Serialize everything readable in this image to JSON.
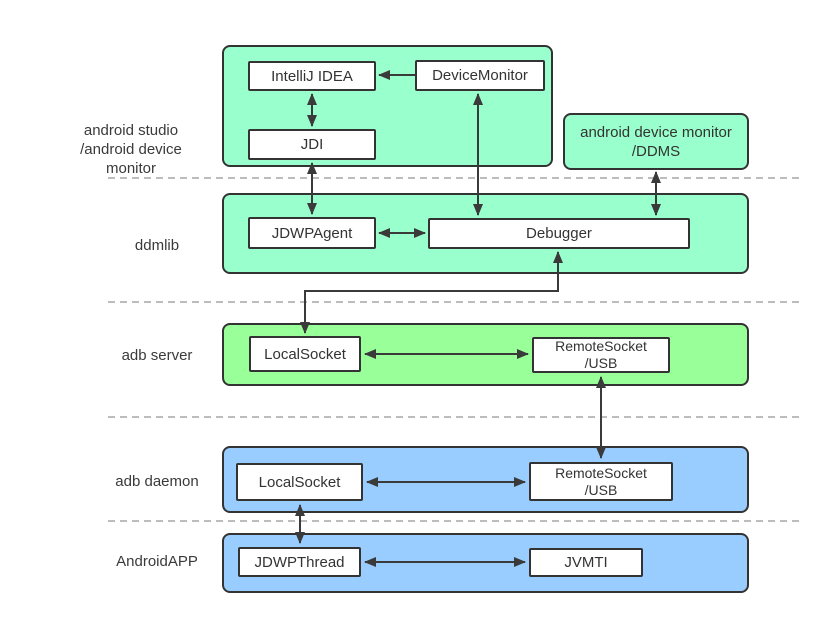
{
  "colors": {
    "mint_fill": "#99ffcc",
    "green_fill": "#99ff99",
    "blue_fill": "#99ccff",
    "border": "#333333",
    "arrow": "#3a3a3a",
    "separator": "#a6a6a6",
    "text": "#333333",
    "background": "#ffffff"
  },
  "layers": [
    {
      "id": "android-studio",
      "label": "android studio\n/android device\nmonitor"
    },
    {
      "id": "ddmlib",
      "label": "ddmlib"
    },
    {
      "id": "adb-server",
      "label": "adb server"
    },
    {
      "id": "adb-daemon",
      "label": "adb daemon"
    },
    {
      "id": "android-app",
      "label": "AndroidAPP"
    }
  ],
  "groups": {
    "ddms": {
      "label": "android device monitor\n/DDMS"
    }
  },
  "nodes": {
    "intellij": "IntelliJ IDEA",
    "device_monitor": "DeviceMonitor",
    "jdi": "JDI",
    "jdwp_agent": "JDWPAgent",
    "debugger": "Debugger",
    "local_socket_server": "LocalSocket",
    "remote_socket_server": "RemoteSocket\n/USB",
    "local_socket_daemon": "LocalSocket",
    "remote_socket_daemon": "RemoteSocket\n/USB",
    "jdwp_thread": "JDWPThread",
    "jvmti": "JVMTI"
  },
  "connections": [
    {
      "from": "DeviceMonitor",
      "to": "IntelliJ IDEA",
      "arrows": "single",
      "shape": "straight"
    },
    {
      "from": "IntelliJ IDEA",
      "to": "JDI",
      "arrows": "double",
      "shape": "straight"
    },
    {
      "from": "JDI",
      "to": "JDWPAgent",
      "arrows": "double",
      "shape": "straight"
    },
    {
      "from": "DeviceMonitor",
      "to": "Debugger",
      "arrows": "double",
      "shape": "straight"
    },
    {
      "from": "android device monitor/DDMS",
      "to": "Debugger",
      "arrows": "double",
      "shape": "straight"
    },
    {
      "from": "JDWPAgent",
      "to": "Debugger",
      "arrows": "double",
      "shape": "straight"
    },
    {
      "from": "Debugger",
      "to": "LocalSocket (adb server)",
      "arrows": "double",
      "shape": "elbow"
    },
    {
      "from": "LocalSocket (adb server)",
      "to": "RemoteSocket/USB (adb server)",
      "arrows": "double",
      "shape": "straight"
    },
    {
      "from": "RemoteSocket/USB (adb server)",
      "to": "RemoteSocket/USB (adb daemon)",
      "arrows": "double",
      "shape": "straight"
    },
    {
      "from": "LocalSocket (adb daemon)",
      "to": "RemoteSocket/USB (adb daemon)",
      "arrows": "double",
      "shape": "straight"
    },
    {
      "from": "LocalSocket (adb daemon)",
      "to": "JDWPThread",
      "arrows": "double",
      "shape": "straight"
    },
    {
      "from": "JDWPThread",
      "to": "JVMTI",
      "arrows": "double",
      "shape": "straight"
    }
  ]
}
